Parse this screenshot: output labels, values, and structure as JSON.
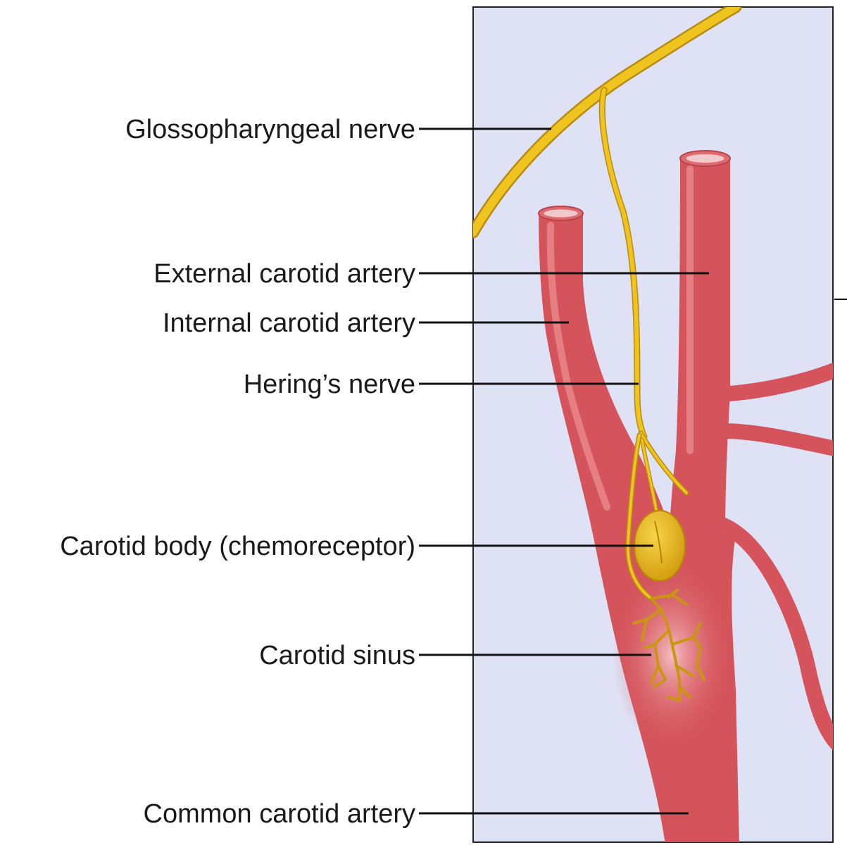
{
  "labels": {
    "glossopharyngeal": "Glossopharyngeal nerve",
    "external_carotid": "External carotid artery",
    "internal_carotid": "Internal carotid artery",
    "herings_nerve": "Hering’s nerve",
    "carotid_body": "Carotid body (chemoreceptor)",
    "carotid_sinus": "Carotid sinus",
    "common_carotid": "Common carotid artery"
  },
  "colors": {
    "panel_background": "#dfe1f5",
    "panel_border": "#222222",
    "artery": "#d5545c",
    "artery_highlight": "#e98a8f",
    "artery_lumen": "#f2c9cb",
    "nerve": "#efc41f",
    "nerve_outline": "#b78a12",
    "carotid_body": "#e3ad16",
    "sinus_glow": "#f3b8bb"
  }
}
